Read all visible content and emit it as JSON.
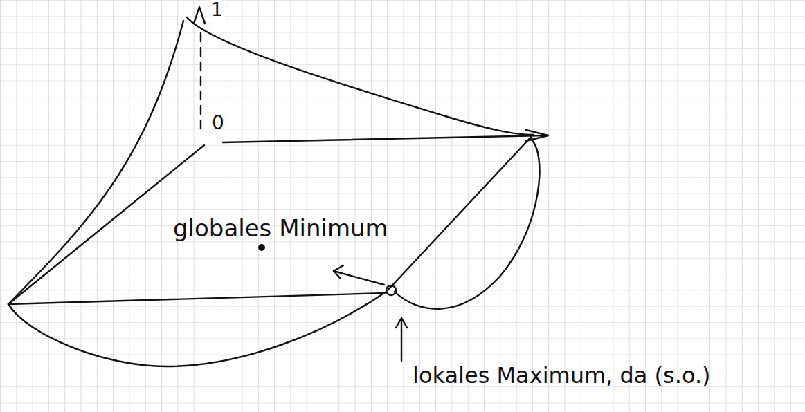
{
  "diagram": {
    "labels": [
      "1",
      "0",
      "globales Minimum",
      "lokales Maximum, da (s.o.)"
    ]
  }
}
